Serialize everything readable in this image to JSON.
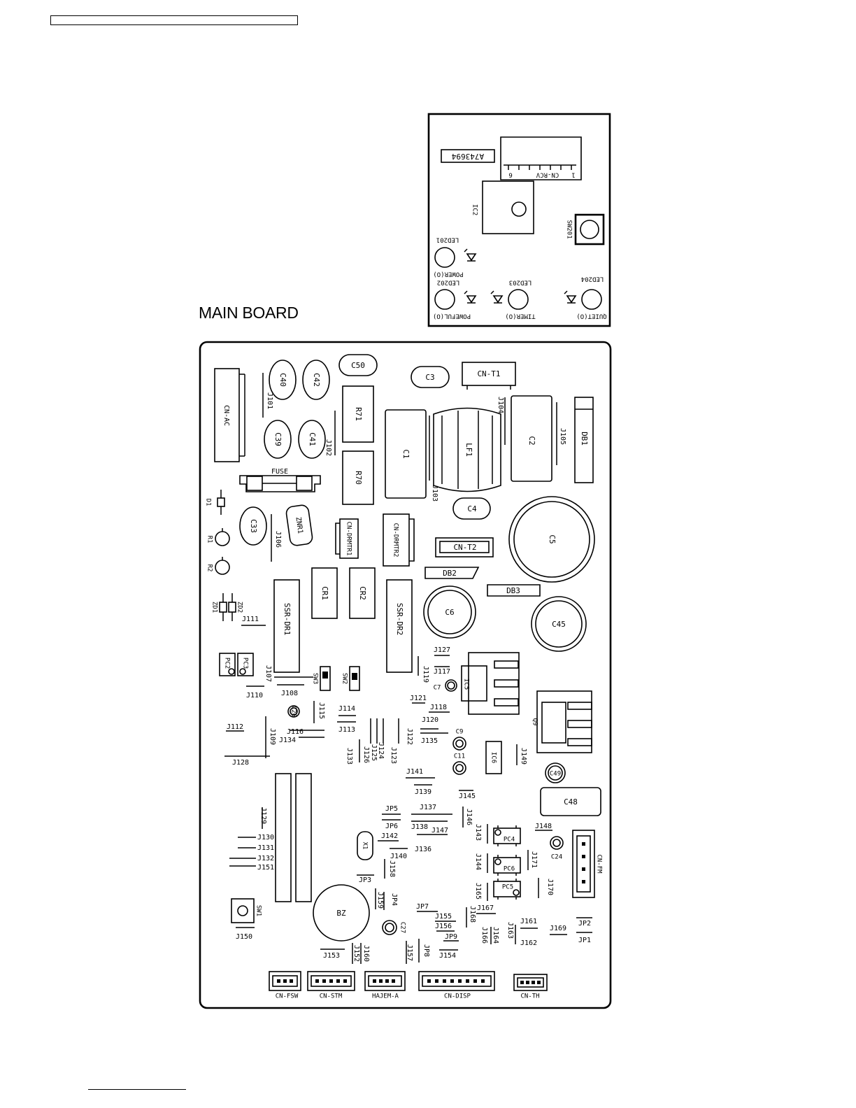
{
  "page": {
    "title": "MAIN BOARD"
  },
  "receiver_board": {
    "part_number": "A743694",
    "connector": {
      "name": "CN-RCV",
      "pin_first": "1",
      "pin_last": "6"
    },
    "ic": "IC2",
    "switch": "SW201",
    "leds": [
      {
        "ref": "LED201",
        "caption": "POWER(O)"
      },
      {
        "ref": "LED202",
        "caption": "POWEFUL(O)"
      },
      {
        "ref": "LED203",
        "caption": "TIMER(O)"
      },
      {
        "ref": "LED204",
        "caption": "QUIET(O)"
      }
    ]
  },
  "main_board": {
    "components": {
      "cn_ac": "CN-AC",
      "c40": "C40",
      "c42": "C42",
      "c50": "C50",
      "c3": "C3",
      "cn_t1": "CN-T1",
      "c39": "C39",
      "c41": "C41",
      "r71": "R71",
      "r70": "R70",
      "c1": "C1",
      "lf1": "LF1",
      "c2": "C2",
      "db1": "DB1",
      "fuse": "FUSE",
      "d1": "D1",
      "r1": "R1",
      "r2": "R2",
      "c33": "C33",
      "znr1": "ZNR1",
      "cn_drmtr1": "CN-DRMTR1",
      "cn_drmtr2": "CN-DRMTR2",
      "c4": "C4",
      "cn_t2": "CN-T2",
      "c5": "C5",
      "db2": "DB2",
      "db3": "DB3",
      "cr1": "CR1",
      "cr2": "CR2",
      "ssr_dr1": "SSR-DR1",
      "ssr_dr2": "SSR-DR2",
      "c6": "C6",
      "c45": "C45",
      "zd1": "ZD1",
      "zd2": "ZD2",
      "pc2": "PC2",
      "pc3": "PC3",
      "sw3": "SW3",
      "sw2": "SW2",
      "c7": "C7",
      "ic5": "IC5",
      "q9": "Q9",
      "c26": "C26",
      "c9": "C9",
      "c11": "C11",
      "ic6": "IC6",
      "c49": "C49",
      "c48": "C48",
      "x1": "X1",
      "pc4": "PC4",
      "pc6": "PC6",
      "pc5": "PC5",
      "c24": "C24",
      "cn_fm": "CN-FM",
      "sw1": "SW1",
      "bz": "BZ",
      "c27": "C27",
      "cn_fsw": "CN-FSW",
      "cn_stm": "CN-STM",
      "hajem_a": "HAJEM-A",
      "cn_disp": "CN-DISP",
      "cn_th": "CN-TH"
    },
    "jumpers": {
      "j101": "J101",
      "j102": "J102",
      "j103": "J103",
      "j104": "J104",
      "j105": "J105",
      "j106": "J106",
      "j107": "J107",
      "j108": "J108",
      "j109": "J109",
      "j110": "J110",
      "j111": "J111",
      "j112": "J112",
      "j113": "J113",
      "j114": "J114",
      "j115": "J115",
      "j116": "J116",
      "j117": "J117",
      "j118": "J118",
      "j119": "J119",
      "j120": "J120",
      "j121": "J121",
      "j122": "J122",
      "j123": "J123",
      "j124": "J124",
      "j125": "J125",
      "j126": "J126",
      "j127": "J127",
      "j128": "J128",
      "j129": "J129",
      "j130": "J130",
      "j131": "J131",
      "j132": "J132",
      "j133": "J133",
      "j134": "J134",
      "j135": "J135",
      "j136": "J136",
      "j137": "J137",
      "j138": "J138",
      "j139": "J139",
      "j140": "J140",
      "j141": "J141",
      "j142": "J142",
      "j143": "J143",
      "j144": "J144",
      "j145": "J145",
      "j146": "J146",
      "j147": "J147",
      "j148": "J148",
      "j149": "J149",
      "j150": "J150",
      "j151": "J151",
      "j152": "J152",
      "j153": "J153",
      "j154": "J154",
      "j155": "J155",
      "j156": "J156",
      "j157": "J157",
      "j158": "J158",
      "j159": "J159",
      "j160": "J160",
      "j161": "J161",
      "j162": "J162",
      "j163": "J163",
      "j164": "J164",
      "j165": "J165",
      "j166": "J166",
      "j167": "J167",
      "j168": "J168",
      "j169": "J169",
      "j170": "J170",
      "j171": "J171",
      "jp1": "JP1",
      "jp2": "JP2",
      "jp3": "JP3",
      "jp4": "JP4",
      "jp5": "JP5",
      "jp6": "JP6",
      "jp7": "JP7",
      "jp8": "JP8",
      "jp9": "JP9"
    }
  }
}
